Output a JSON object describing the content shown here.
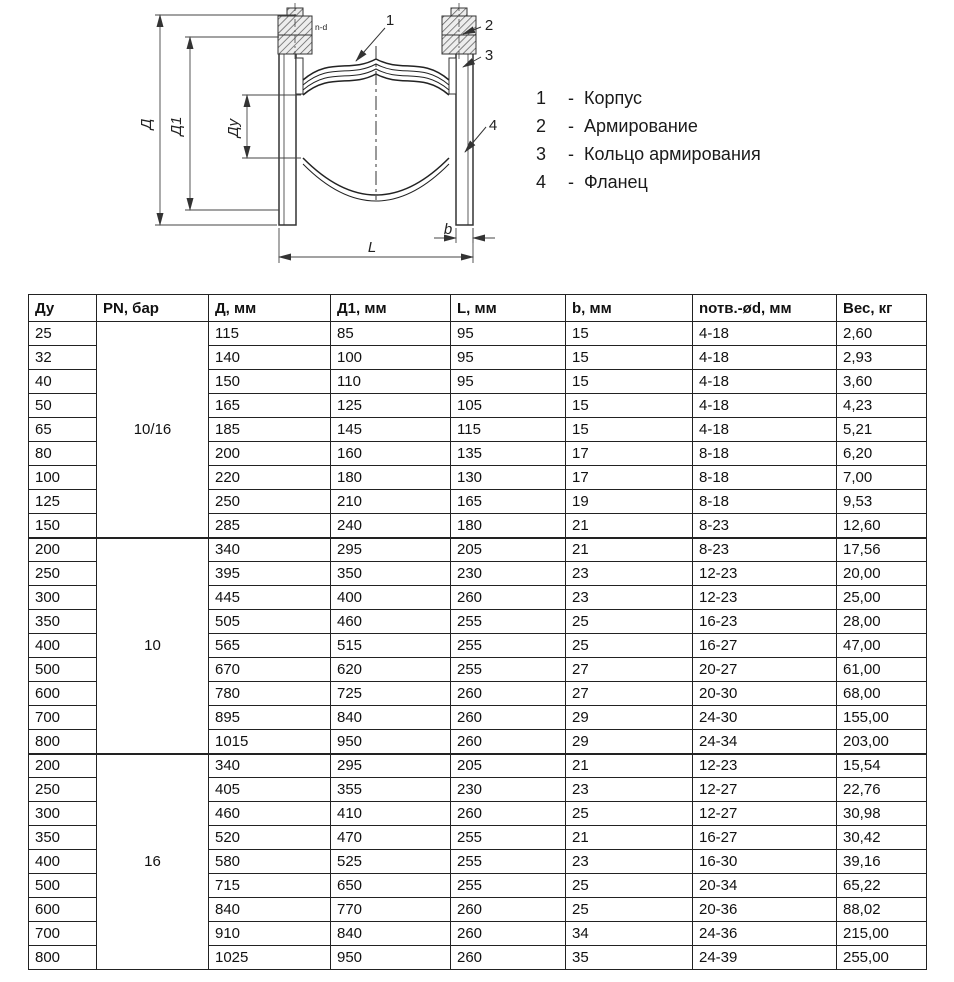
{
  "drawing": {
    "labels": {
      "d": "Д",
      "d1": "Д1",
      "du": "Ду",
      "L": "L",
      "b": "b",
      "nd": "n-d"
    },
    "callouts": {
      "c1": "1",
      "c2": "2",
      "c3": "3",
      "c4": "4"
    }
  },
  "legend": {
    "separator": "-",
    "items": [
      {
        "num": "1",
        "label": "Корпус"
      },
      {
        "num": "2",
        "label": "Армирование"
      },
      {
        "num": "3",
        "label": "Кольцо  армирования"
      },
      {
        "num": "4",
        "label": "Фланец"
      }
    ]
  },
  "table": {
    "headers": [
      "Ду",
      "PN, бар",
      "Д, мм",
      "Д1, мм",
      "L, мм",
      "b, мм",
      "nотв.-ød, мм",
      "Вес, кг"
    ],
    "groups": [
      {
        "pn": "10/16",
        "rows": [
          [
            "25",
            "115",
            "85",
            "95",
            "15",
            "4-18",
            "2,60"
          ],
          [
            "32",
            "140",
            "100",
            "95",
            "15",
            "4-18",
            "2,93"
          ],
          [
            "40",
            "150",
            "110",
            "95",
            "15",
            "4-18",
            "3,60"
          ],
          [
            "50",
            "165",
            "125",
            "105",
            "15",
            "4-18",
            "4,23"
          ],
          [
            "65",
            "185",
            "145",
            "115",
            "15",
            "4-18",
            "5,21"
          ],
          [
            "80",
            "200",
            "160",
            "135",
            "17",
            "8-18",
            "6,20"
          ],
          [
            "100",
            "220",
            "180",
            "130",
            "17",
            "8-18",
            "7,00"
          ],
          [
            "125",
            "250",
            "210",
            "165",
            "19",
            "8-18",
            "9,53"
          ],
          [
            "150",
            "285",
            "240",
            "180",
            "21",
            "8-23",
            "12,60"
          ]
        ]
      },
      {
        "pn": "10",
        "rows": [
          [
            "200",
            "340",
            "295",
            "205",
            "21",
            "8-23",
            "17,56"
          ],
          [
            "250",
            "395",
            "350",
            "230",
            "23",
            "12-23",
            "20,00"
          ],
          [
            "300",
            "445",
            "400",
            "260",
            "23",
            "12-23",
            "25,00"
          ],
          [
            "350",
            "505",
            "460",
            "255",
            "25",
            "16-23",
            "28,00"
          ],
          [
            "400",
            "565",
            "515",
            "255",
            "25",
            "16-27",
            "47,00"
          ],
          [
            "500",
            "670",
            "620",
            "255",
            "27",
            "20-27",
            "61,00"
          ],
          [
            "600",
            "780",
            "725",
            "260",
            "27",
            "20-30",
            "68,00"
          ],
          [
            "700",
            "895",
            "840",
            "260",
            "29",
            "24-30",
            "155,00"
          ],
          [
            "800",
            "1015",
            "950",
            "260",
            "29",
            "24-34",
            "203,00"
          ]
        ]
      },
      {
        "pn": "16",
        "rows": [
          [
            "200",
            "340",
            "295",
            "205",
            "21",
            "12-23",
            "15,54"
          ],
          [
            "250",
            "405",
            "355",
            "230",
            "23",
            "12-27",
            "22,76"
          ],
          [
            "300",
            "460",
            "410",
            "260",
            "25",
            "12-27",
            "30,98"
          ],
          [
            "350",
            "520",
            "470",
            "255",
            "21",
            "16-27",
            "30,42"
          ],
          [
            "400",
            "580",
            "525",
            "255",
            "23",
            "16-30",
            "39,16"
          ],
          [
            "500",
            "715",
            "650",
            "255",
            "25",
            "20-34",
            "65,22"
          ],
          [
            "600",
            "840",
            "770",
            "260",
            "25",
            "20-36",
            "88,02"
          ],
          [
            "700",
            "910",
            "840",
            "260",
            "34",
            "24-36",
            "215,00"
          ],
          [
            "800",
            "1025",
            "950",
            "260",
            "35",
            "24-39",
            "255,00"
          ]
        ]
      }
    ]
  }
}
